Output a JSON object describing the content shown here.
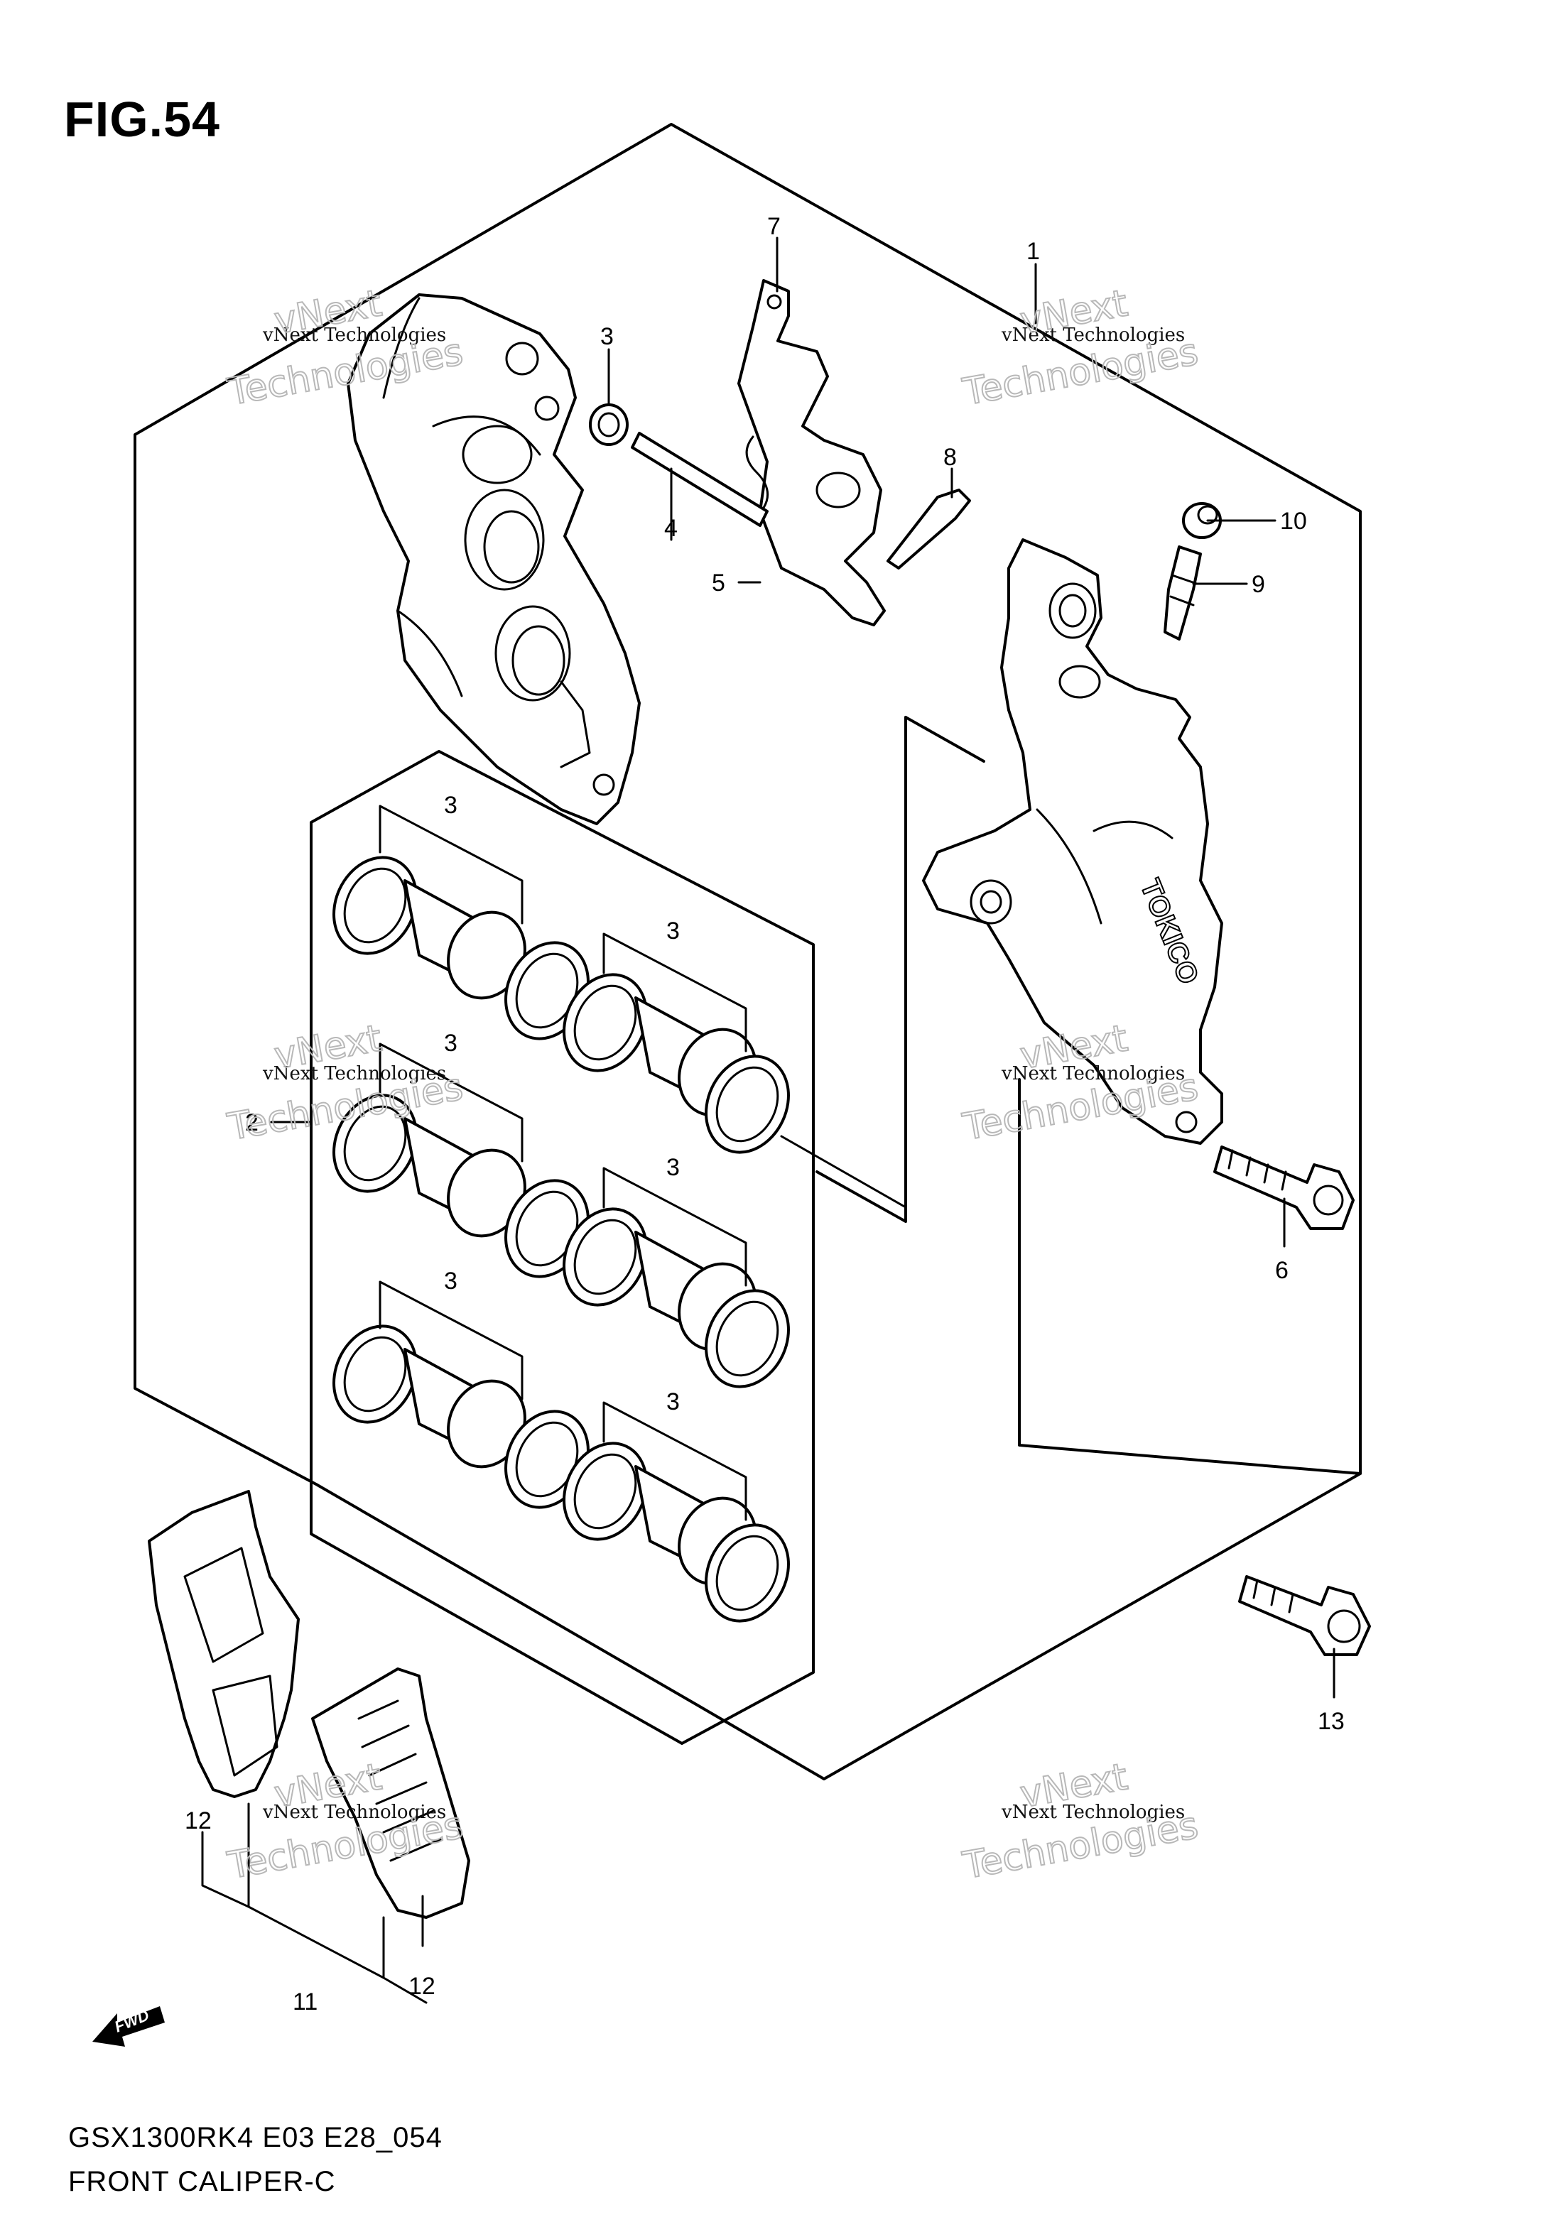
{
  "figure": {
    "title": "FIG.54",
    "model_code": "GSX1300RK4 E03 E28_054",
    "caption": "FRONT CALIPER-C"
  },
  "callouts": {
    "c1": "1",
    "c2": "2",
    "c3a": "3",
    "c3b": "3",
    "c3c": "3",
    "c3d": "3",
    "c3e": "3",
    "c3f": "3",
    "c3g": "3",
    "c4": "4",
    "c5": "5",
    "c6": "6",
    "c7": "7",
    "c8": "8",
    "c9": "9",
    "c10": "10",
    "c11": "11",
    "c12a": "12",
    "c12b": "12",
    "c13": "13"
  },
  "caliper_brand": "TOKICO",
  "direction_label": "FWD",
  "watermark": {
    "line1": "vNext Technologies",
    "line2a": "vNext",
    "line2b": "Technologies"
  }
}
